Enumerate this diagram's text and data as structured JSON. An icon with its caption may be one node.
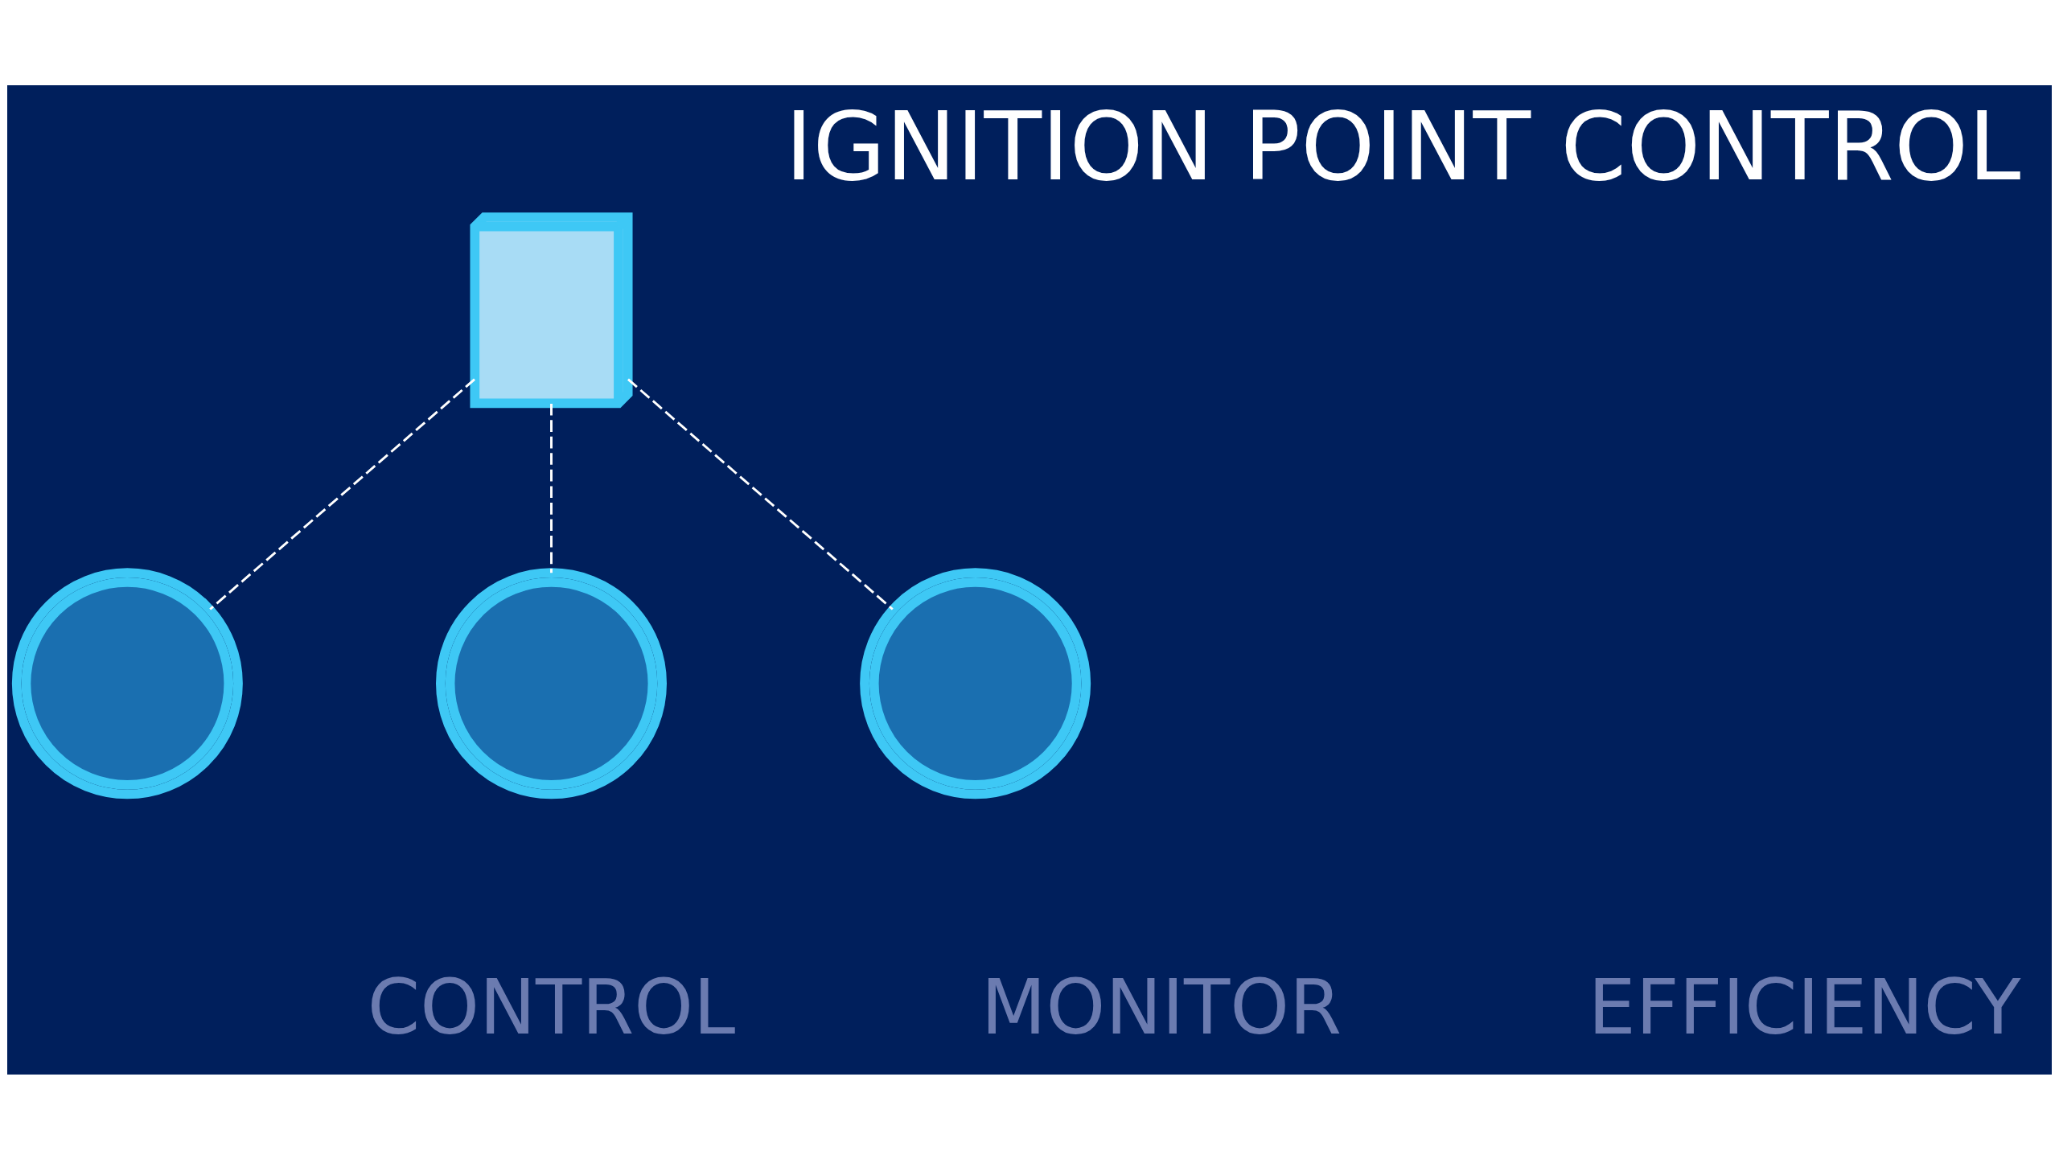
{
  "diagram": {
    "title": "IGNITION POINT CONTROL",
    "nodes": [
      {
        "text": [],
        "shape": "picture"
      },
      {
        "text": [],
        "shape": "circle"
      },
      {
        "text": [],
        "shape": "circle"
      },
      {
        "text": [],
        "shape": "circle"
      }
    ],
    "edges": [
      {
        "from": 0,
        "to": 1,
        "arrow": "none",
        "style": "dashed"
      },
      {
        "from": 0,
        "to": 2,
        "arrow": "none",
        "style": "dashed"
      },
      {
        "from": 0,
        "to": 3,
        "arrow": "none",
        "style": "dashed"
      }
    ],
    "labels": [
      "CONTROL",
      "MONITOR",
      "EFFICIENCY"
    ]
  }
}
